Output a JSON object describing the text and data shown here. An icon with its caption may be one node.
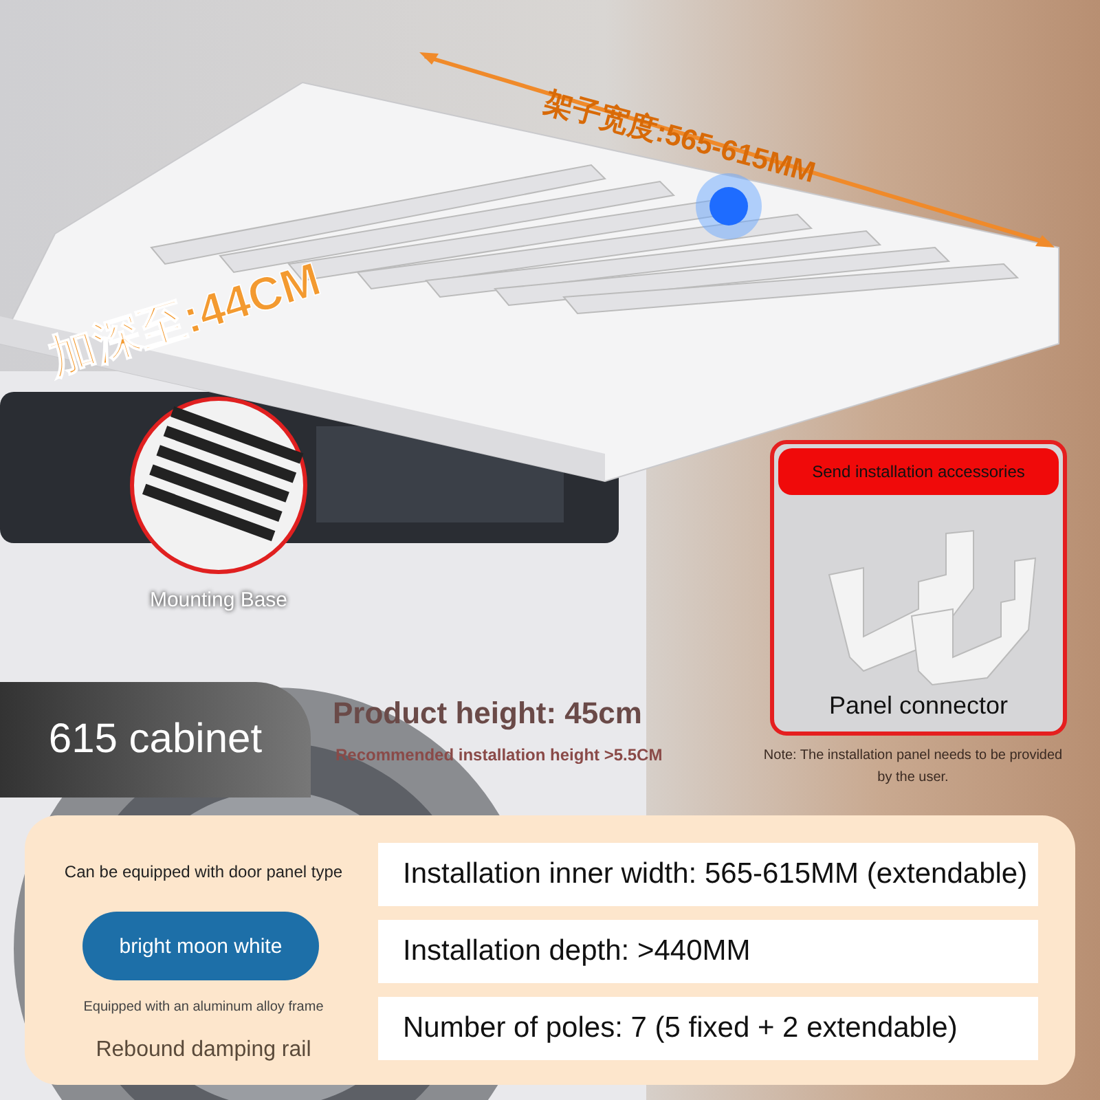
{
  "diagram": {
    "nodes": [
      {
        "text": [
          "Send installation accessories",
          "Panel connector"
        ],
        "beside": [
          "Note: The installation panel needs to be provided by the user."
        ]
      },
      {
        "text": [
          "Mounting Base"
        ]
      },
      {
        "text": [
          "615 cabinet"
        ]
      },
      {
        "text": [
          "Can be equipped with door panel type",
          "Equipped with an aluminum alloy frame",
          "Rebound damping rail"
        ]
      },
      {
        "text": [
          "bright moon white"
        ],
        "in": 3
      },
      {
        "text": [
          "Installation inner width: 565-615MM (extendable)"
        ],
        "in": 3
      },
      {
        "text": [
          "Installation depth: >440MM"
        ],
        "in": 3
      },
      {
        "text": [
          "Number of poles: 7 (5 fixed + 2 extendable)"
        ],
        "in": 3
      }
    ],
    "labels": [
      "架子宽度:565-615MM",
      "加深至:44CM",
      "Product height: 45cm",
      "Recommended installation height >5.5CM"
    ]
  }
}
